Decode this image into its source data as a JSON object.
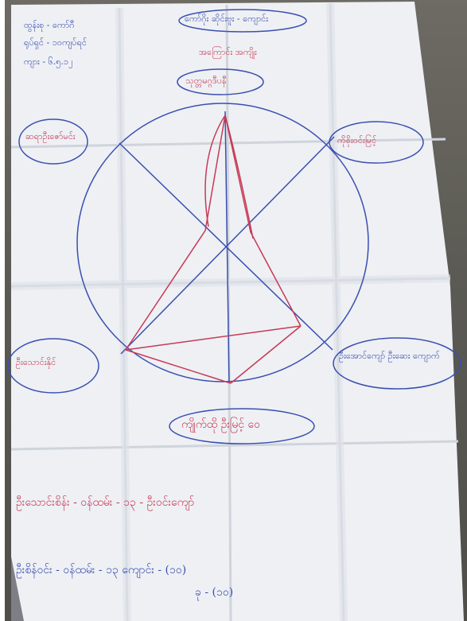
{
  "photo": {
    "subject": "photo",
    "colors": {
      "paper": "#eef0f4",
      "paper_shadow": "#d4d8df",
      "background": "#5b5a54",
      "blue_marker": "#3a4fb0",
      "red_marker": "#c83a55",
      "black_marker": "#2b2b3a"
    }
  },
  "header_notes": {
    "line1": "ထွန်းစု - ကော်ဂီ",
    "line2": "ရုပ်ရှင် - ၁၀ကျပ်ရင်",
    "line3": "ကျား - ၆.၅.၁၂",
    "top_center": "ကော်ဂိုး ဆိုင်းဗူး - ကျောင်း",
    "top_center_2": "အကြောင်း အကျိုး"
  },
  "labels": {
    "top": "သုတ္တမဂ္ဂဒီပနီ",
    "left_upper": "ဆရာဦးဇော်မင်း",
    "right_upper": "ကိုစိုးဝင်းမြင့်",
    "left_lower": "ဦးသောင်းနိုင်",
    "right_lower": "ဦးအောင်ကျော် ဦးဆေး ကျောက်",
    "bottom": "ကျိုက်ထို ဦးမြင့် ဝေ"
  },
  "footer_notes": {
    "line1": "ဦးသောင်းစိန်း - ဝန်ထမ်း - ၁၃ - ဦးဝင်းကျော်",
    "line2": "ဦးစိန်ဝင်း - ဝန်ထမ်း - ၁၃ ကျောင်း - (၁၀)",
    "line3": "ခု - (၁၀)"
  }
}
